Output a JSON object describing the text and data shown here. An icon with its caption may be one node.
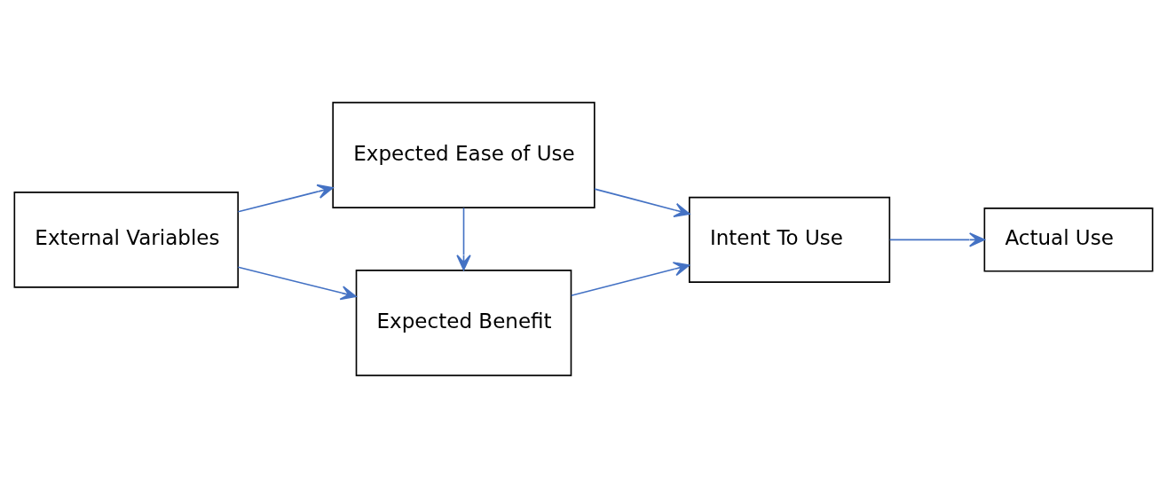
{
  "diagram": {
    "nodes": [
      {
        "text": [
          "External Variables"
        ]
      },
      {
        "text": [
          "Expected Benefit"
        ]
      },
      {
        "text": [
          "Expected Ease of Use"
        ]
      },
      {
        "text": [
          "Intent To Use"
        ]
      },
      {
        "text": [
          "Actual Use"
        ]
      }
    ],
    "edges": [
      {
        "from": 0,
        "to": 1,
        "arrow": "to"
      },
      {
        "from": 0,
        "to": 2,
        "arrow": "to"
      },
      {
        "from": 2,
        "to": 1,
        "arrow": "to"
      },
      {
        "from": 1,
        "to": 3,
        "arrow": "to"
      },
      {
        "from": 2,
        "to": 3,
        "arrow": "to"
      },
      {
        "from": 3,
        "to": 4,
        "arrow": "to"
      }
    ]
  }
}
